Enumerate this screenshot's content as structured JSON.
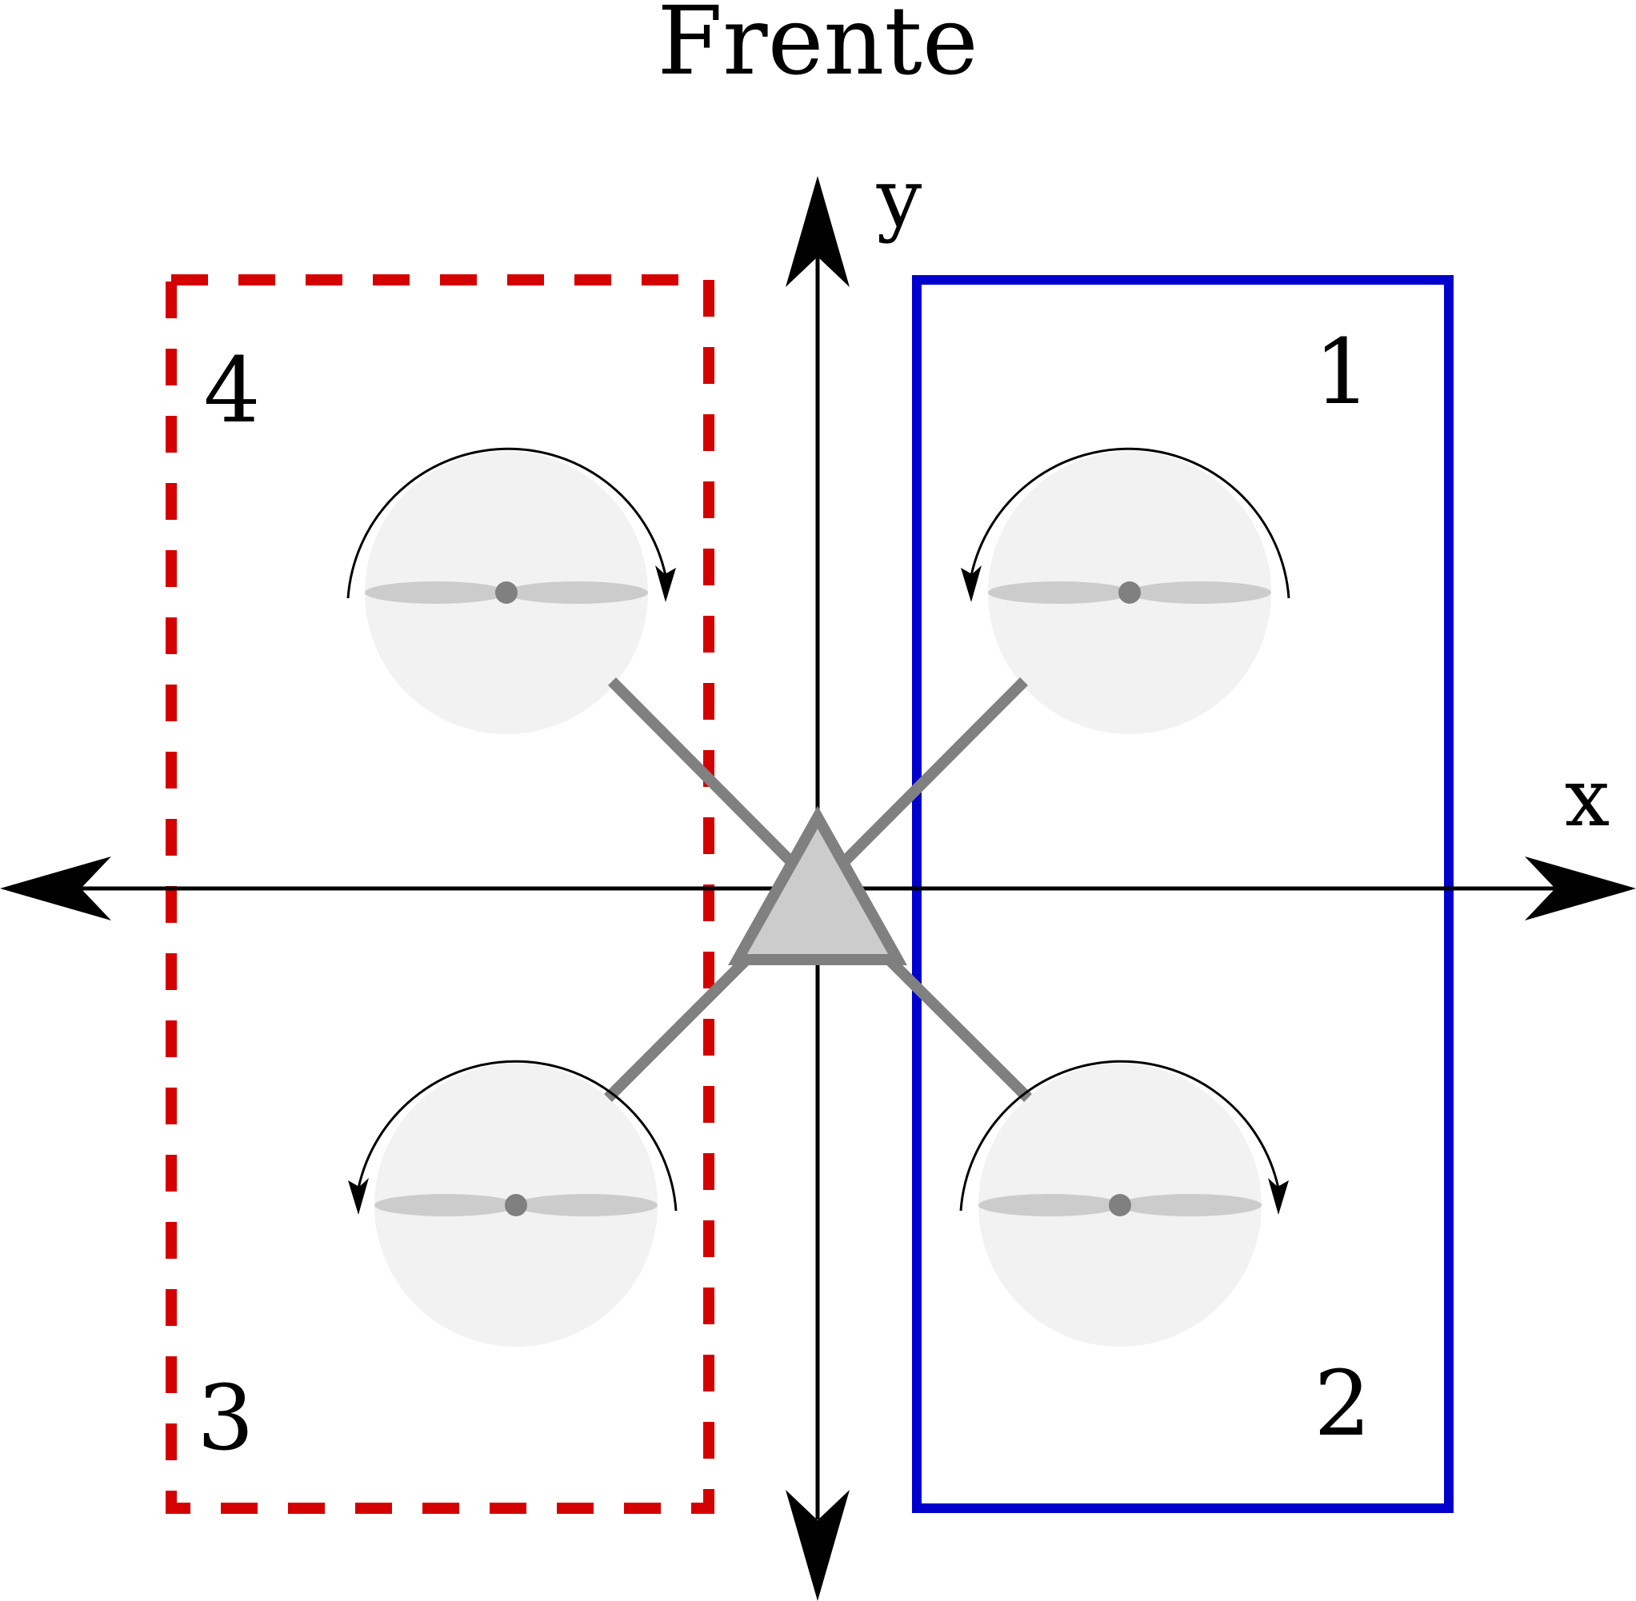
{
  "title": "Frente",
  "axes": {
    "x_label": "x",
    "y_label": "y"
  },
  "rotors": [
    {
      "number": "1",
      "spin": "counterclockwise"
    },
    {
      "number": "2",
      "spin": "clockwise"
    },
    {
      "number": "3",
      "spin": "counterclockwise"
    },
    {
      "number": "4",
      "spin": "clockwise"
    }
  ],
  "groups": [
    {
      "rotors": [
        "1",
        "2"
      ],
      "outline": "solid",
      "color": "#0000cc"
    },
    {
      "rotors": [
        "3",
        "4"
      ],
      "outline": "dashed",
      "color": "#d40000"
    }
  ],
  "colors": {
    "axis": "#000000",
    "frame": "#808080",
    "rotor_disc": "#f2f2f2",
    "blade": "#cccccc",
    "body": "#cccccc"
  }
}
